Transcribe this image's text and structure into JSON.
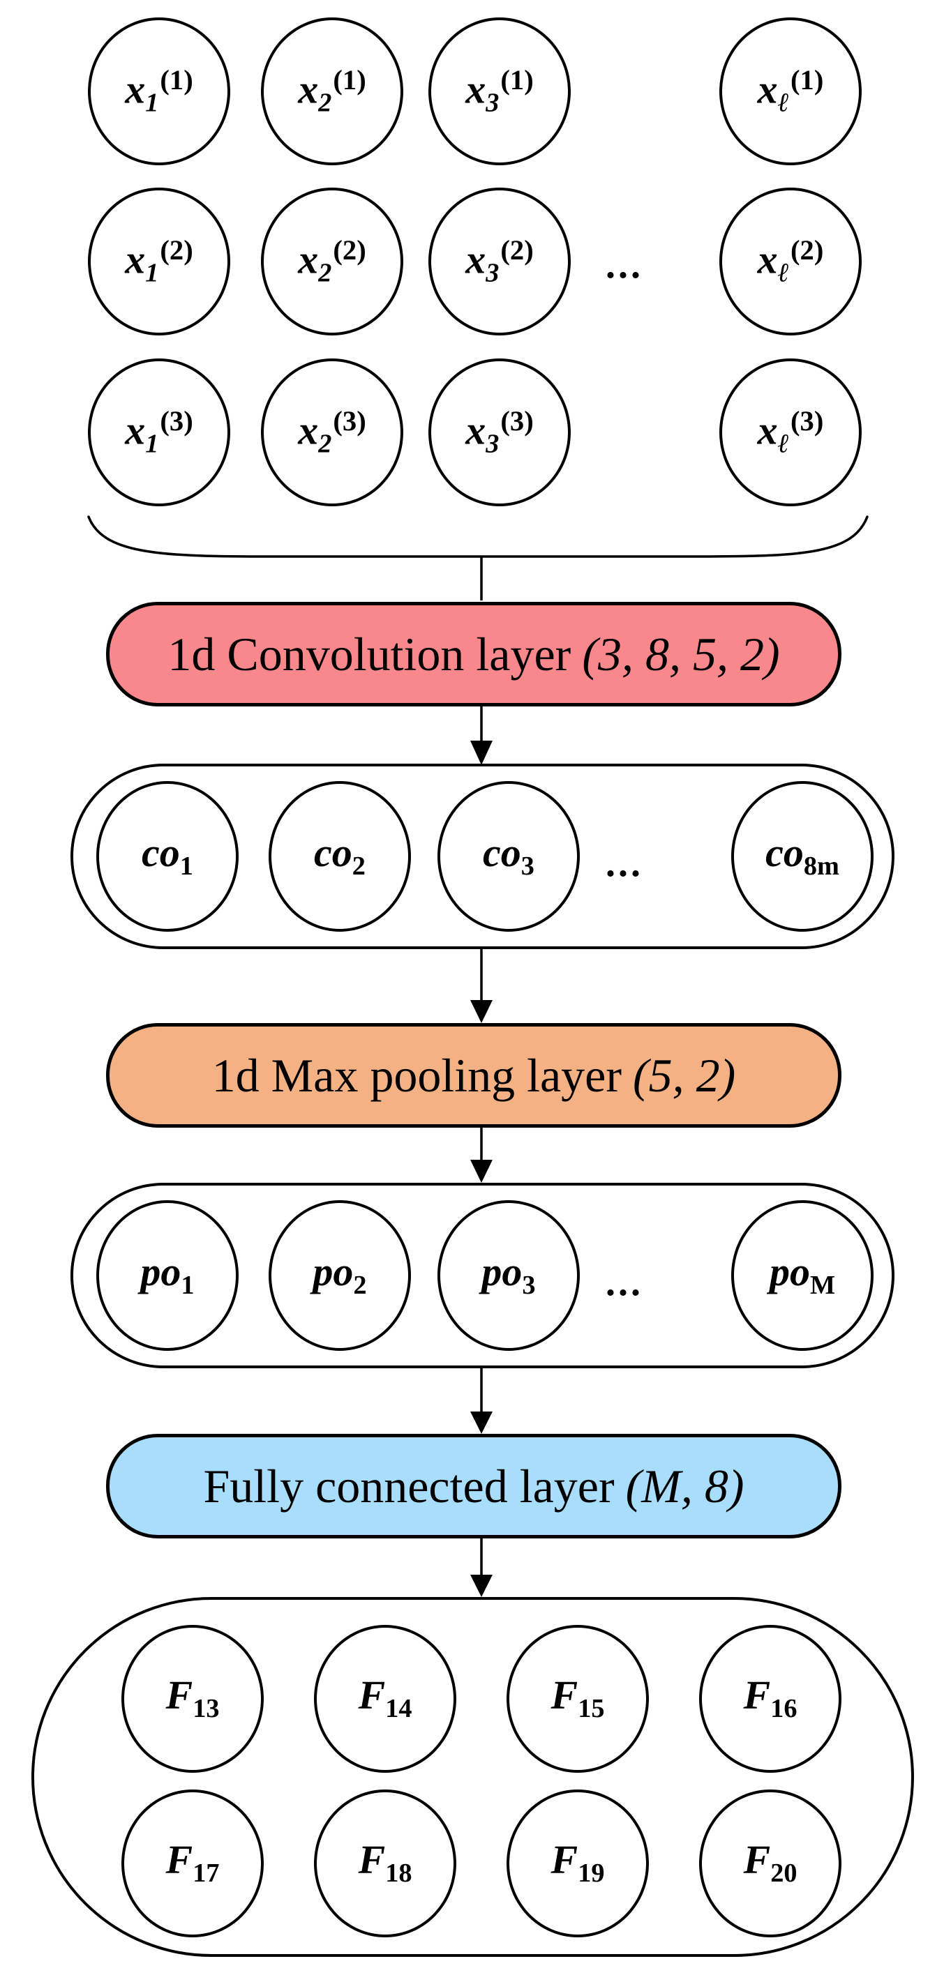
{
  "d": {
    "ellipsis": "...",
    "input_grid": {
      "rows": [
        {
          "nodes": [
            {
              "base": "x",
              "sub": "1",
              "sup": "(1)"
            },
            {
              "base": "x",
              "sub": "2",
              "sup": "(1)"
            },
            {
              "base": "x",
              "sub": "3",
              "sup": "(1)"
            },
            {
              "base": "x",
              "sub": "ℓ",
              "sup": "(1)"
            }
          ]
        },
        {
          "nodes": [
            {
              "base": "x",
              "sub": "1",
              "sup": "(2)"
            },
            {
              "base": "x",
              "sub": "2",
              "sup": "(2)"
            },
            {
              "base": "x",
              "sub": "3",
              "sup": "(2)"
            },
            {
              "base": "x",
              "sub": "ℓ",
              "sup": "(2)"
            }
          ]
        },
        {
          "nodes": [
            {
              "base": "x",
              "sub": "1",
              "sup": "(3)"
            },
            {
              "base": "x",
              "sub": "2",
              "sup": "(3)"
            },
            {
              "base": "x",
              "sub": "3",
              "sup": "(3)"
            },
            {
              "base": "x",
              "sub": "ℓ",
              "sup": "(3)"
            }
          ]
        }
      ]
    },
    "conv_box": {
      "label": "1d Convolution layer",
      "params": "(3, 8, 5, 2)",
      "fill": "#F8888B"
    },
    "conv_nodes": [
      {
        "base": "co",
        "sub": "1"
      },
      {
        "base": "co",
        "sub": "2"
      },
      {
        "base": "co",
        "sub": "3"
      },
      {
        "base": "co",
        "sub": "8m"
      }
    ],
    "pool_box": {
      "label": "1d Max pooling layer",
      "params": "(5, 2)",
      "fill": "#F4B183"
    },
    "pool_nodes": [
      {
        "base": "po",
        "sub": "1"
      },
      {
        "base": "po",
        "sub": "2"
      },
      {
        "base": "po",
        "sub": "3"
      },
      {
        "base": "po",
        "sub": "M"
      }
    ],
    "fc_box": {
      "label": "Fully connected layer",
      "params": "(M, 8)",
      "fill": "#A8DDFB"
    },
    "output_rows": [
      [
        {
          "base": "F",
          "sub": "13"
        },
        {
          "base": "F",
          "sub": "14"
        },
        {
          "base": "F",
          "sub": "15"
        },
        {
          "base": "F",
          "sub": "16"
        }
      ],
      [
        {
          "base": "F",
          "sub": "17"
        },
        {
          "base": "F",
          "sub": "18"
        },
        {
          "base": "F",
          "sub": "19"
        },
        {
          "base": "F",
          "sub": "20"
        }
      ]
    ],
    "colors": {
      "stroke": "#000000"
    }
  }
}
